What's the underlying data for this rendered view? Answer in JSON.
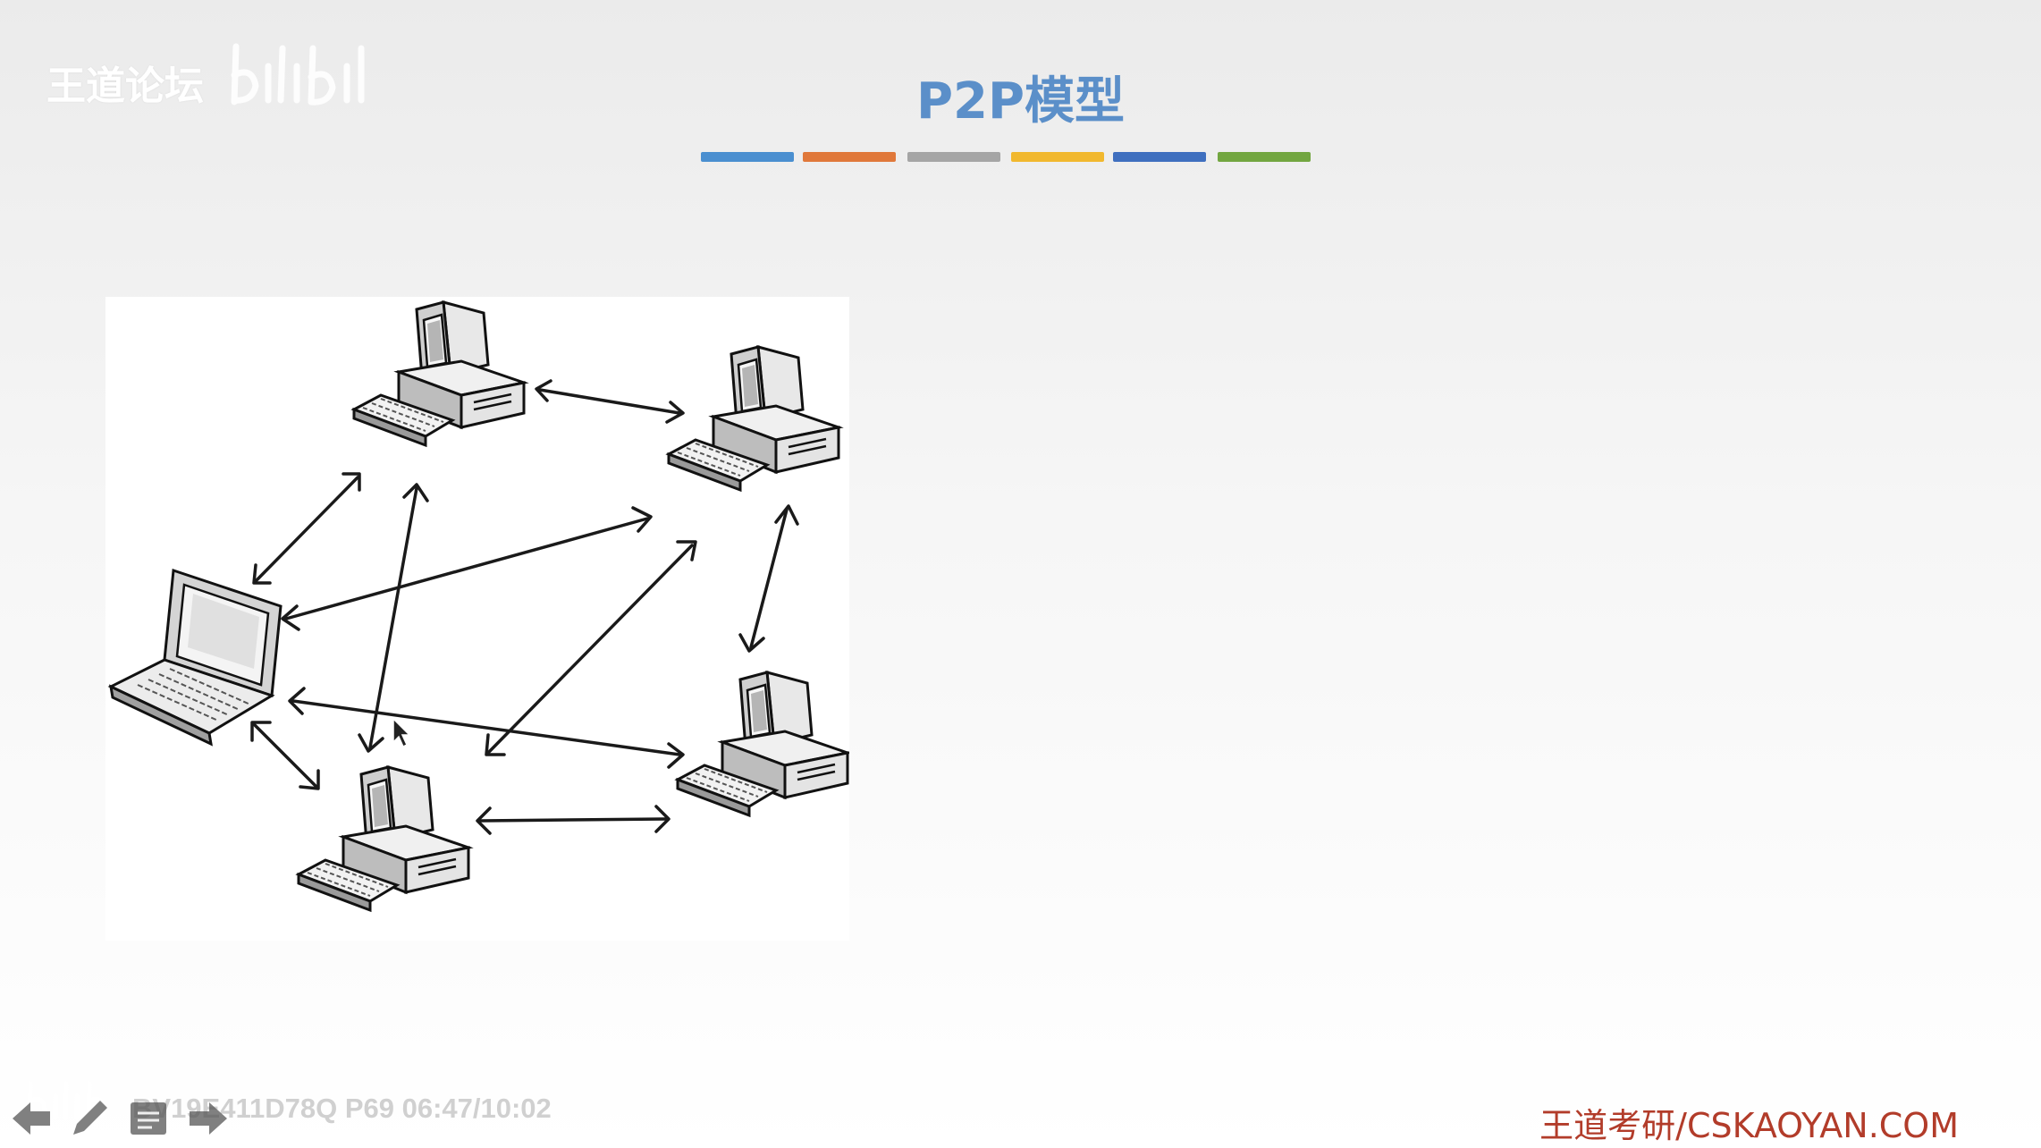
{
  "watermark": {
    "text": "王道论坛"
  },
  "slide": {
    "title": "P2P模型",
    "color_bar": [
      "#4a8fd0",
      "#e0783a",
      "#a5a5a5",
      "#f1b82e",
      "#3f6fbf",
      "#72a640"
    ]
  },
  "diagram": {
    "nodes": [
      {
        "id": "top-desktop",
        "type": "desktop"
      },
      {
        "id": "right-top-desktop",
        "type": "desktop"
      },
      {
        "id": "laptop",
        "type": "laptop"
      },
      {
        "id": "right-bottom-desktop",
        "type": "desktop"
      },
      {
        "id": "bottom-desktop",
        "type": "desktop"
      }
    ],
    "links": [
      [
        "top-desktop",
        "right-top-desktop"
      ],
      [
        "top-desktop",
        "laptop"
      ],
      [
        "top-desktop",
        "bottom-desktop"
      ],
      [
        "right-top-desktop",
        "laptop"
      ],
      [
        "right-top-desktop",
        "bottom-desktop"
      ],
      [
        "right-top-desktop",
        "right-bottom-desktop"
      ],
      [
        "laptop",
        "right-bottom-desktop"
      ],
      [
        "laptop",
        "bottom-desktop"
      ],
      [
        "bottom-desktop",
        "right-bottom-desktop"
      ]
    ]
  },
  "footer": {
    "brand": "王道考研/CSKAOYAN.COM"
  },
  "player": {
    "video_info": "BV19E411D78Q P69 06:47/10:02"
  }
}
